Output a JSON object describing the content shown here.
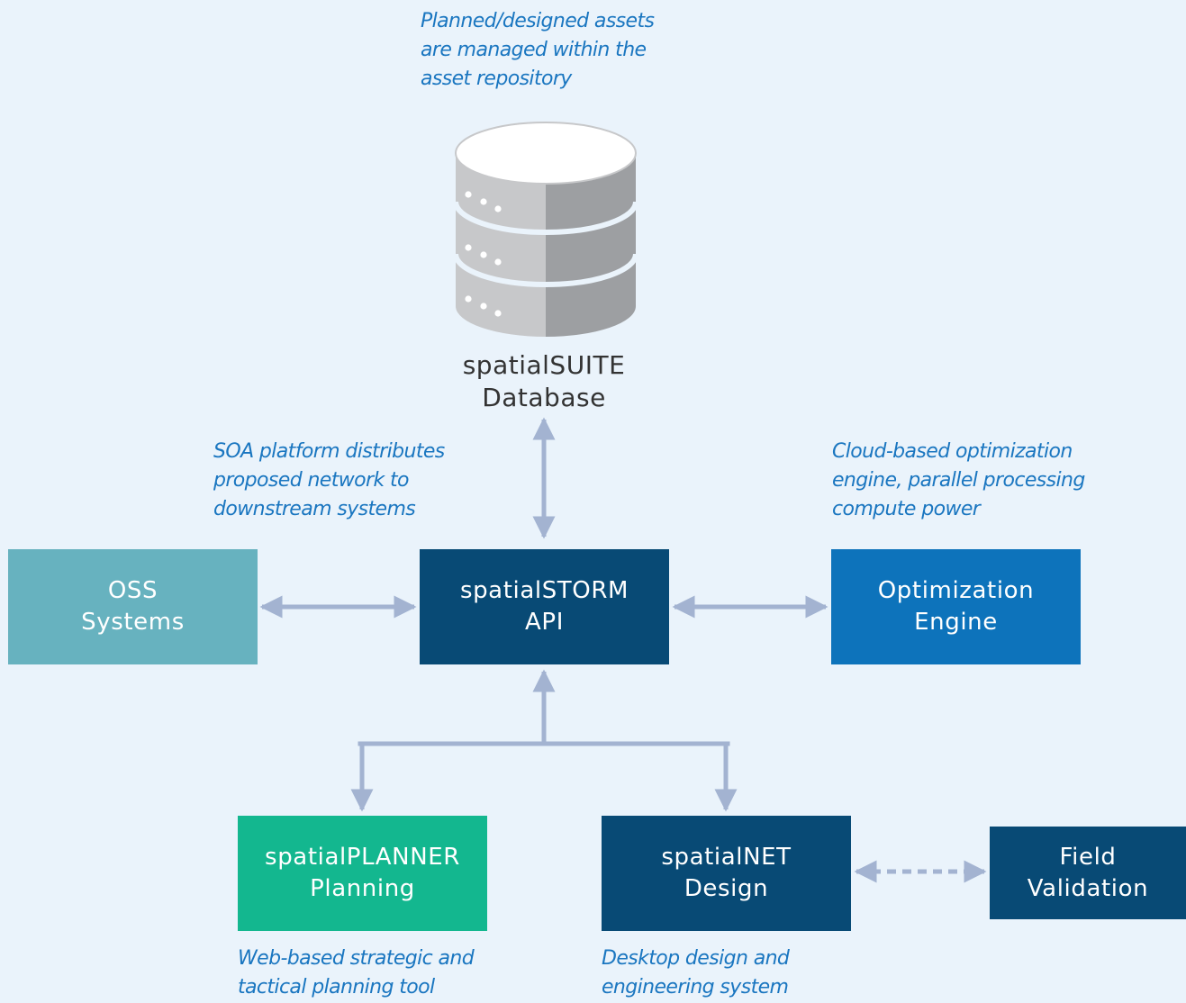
{
  "colors": {
    "background": "#eaf3fb",
    "note_text": "#1a76c0",
    "connector": "#a3b3d1",
    "oss_box": "#67b2bf",
    "api_box": "#084a75",
    "optimization_box": "#0d73bb",
    "planner_box": "#13b78f",
    "net_box": "#084a75",
    "field_box": "#084a75",
    "database_light": "#c7c8ca",
    "database_dark": "#9d9fa2"
  },
  "database": {
    "icon": "database-cylinder-icon",
    "label_line1": "spatialSUITE",
    "label_line2": "Database"
  },
  "notes": {
    "database": "Planned/designed assets\nare managed within the\nasset repository",
    "soa": "SOA platform distributes\nproposed network to\ndownstream systems",
    "cloud": "Cloud-based optimization\nengine, parallel processing\ncompute power",
    "web": "Web-based strategic and\ntactical planning tool",
    "desktop": "Desktop design and\nengineering system"
  },
  "boxes": {
    "oss": {
      "line1": "OSS",
      "line2": "Systems"
    },
    "api": {
      "line1": "spatialSTORM",
      "line2": "API"
    },
    "optimization": {
      "line1": "Optimization",
      "line2": "Engine"
    },
    "planner": {
      "line1": "spatialPLANNER",
      "line2": "Planning"
    },
    "net": {
      "line1": "spatialNET",
      "line2": "Design"
    },
    "field": {
      "line1": "Field",
      "line2": "Validation"
    }
  }
}
